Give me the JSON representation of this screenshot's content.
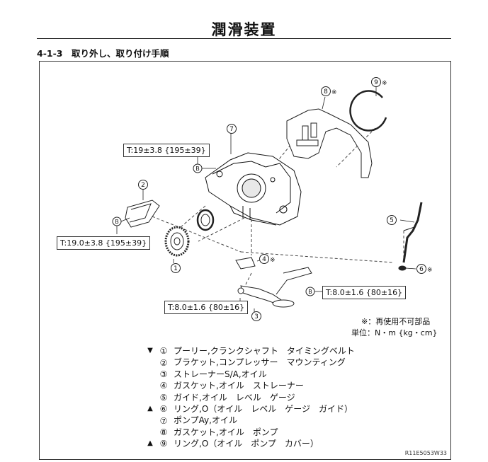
{
  "page": {
    "title": "潤滑装置",
    "section": "4-1-3　取り外し、取り付け手順",
    "figure_code": "R11E5053W33"
  },
  "torque_labels": {
    "t_pump": "T:19±3.8 {195±39}",
    "t_bracket": "T:19.0±3.8 {195±39}",
    "t_strainer": "T:8.0±1.6 {80±16}",
    "t_guide": "T:8.0±1.6 {80±16}"
  },
  "callouts": {
    "c1": "①",
    "c2": "②",
    "c3": "③",
    "c4": "④※",
    "c5": "⑤",
    "c6": "⑥※",
    "c7": "⑦",
    "c8": "⑧※",
    "c9": "⑨※",
    "b": "B"
  },
  "notes": {
    "not_reusable": "※：再使用不可部品",
    "unit": "単位：N・m {kg・cm}"
  },
  "legend": [
    {
      "mark": "▼",
      "num": "①",
      "text": "プーリー,クランクシャフト　タイミングベルト"
    },
    {
      "mark": "",
      "num": "②",
      "text": "ブラケット,コンプレッサー　マウンティング"
    },
    {
      "mark": "",
      "num": "③",
      "text": "ストレーナーS/A,オイル"
    },
    {
      "mark": "",
      "num": "④",
      "text": "ガスケット,オイル　ストレーナー"
    },
    {
      "mark": "",
      "num": "⑤",
      "text": "ガイド,オイル　レベル　ゲージ"
    },
    {
      "mark": "▲",
      "num": "⑥",
      "text": "リング,O（オイル　レベル　ゲージ　ガイド）"
    },
    {
      "mark": "",
      "num": "⑦",
      "text": "ポンプAy,オイル"
    },
    {
      "mark": "",
      "num": "⑧",
      "text": "ガスケット,オイル　ポンプ"
    },
    {
      "mark": "▲",
      "num": "⑨",
      "text": "リング,O（オイル　ポンプ　カバー）"
    }
  ]
}
